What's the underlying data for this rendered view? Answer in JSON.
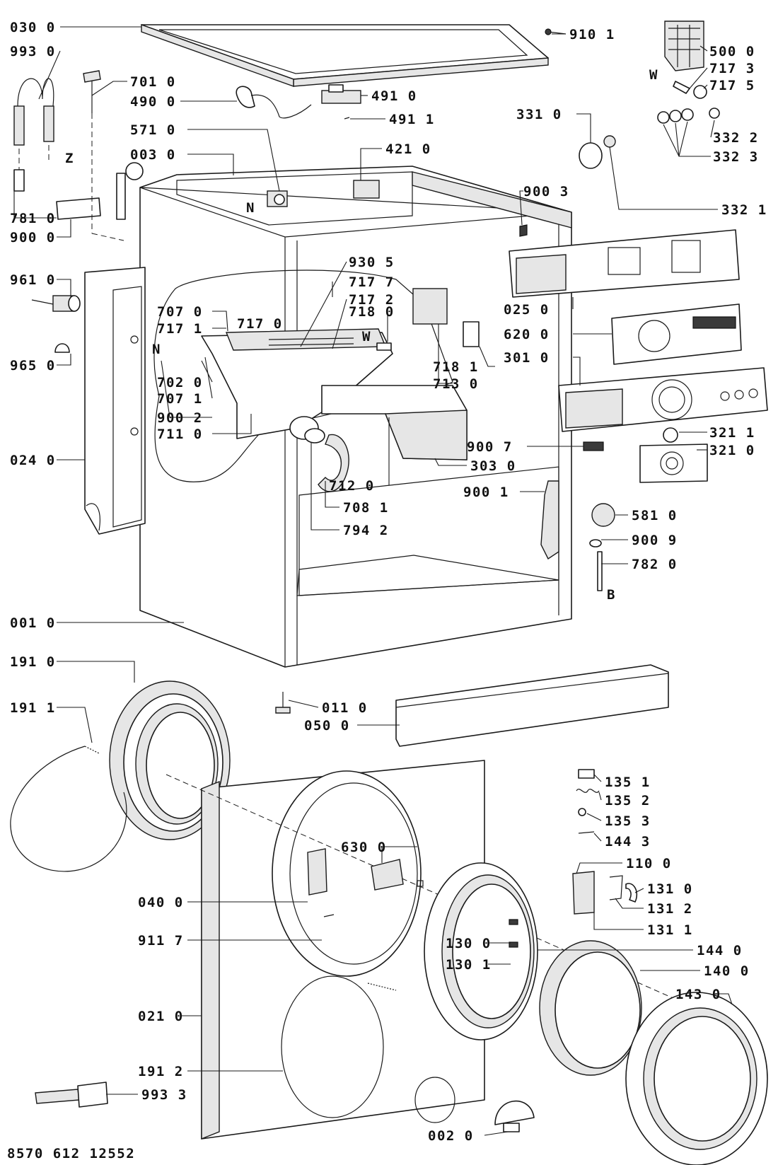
{
  "document": {
    "code": "8570 612 12552"
  },
  "markers": {
    "Z": "Z",
    "N1": "N",
    "N2": "N",
    "W1": "W",
    "W2": "W",
    "B": "B"
  },
  "labels": {
    "p0300": "030 0",
    "p9930": "993 0",
    "p7010": "701 0",
    "p4900": "490 0",
    "p5710": "571 0",
    "p0030": "003 0",
    "p7810": "781 0",
    "p9000": "900 0",
    "p9610": "961 0",
    "p9650": "965 0",
    "p7070": "707 0",
    "p7171": "717 1",
    "p7170": "717 0",
    "p7020": "702 0",
    "p7071": "707 1",
    "p9002": "900 2",
    "p7110": "711 0",
    "p0240": "024 0",
    "p0010": "001 0",
    "p9305": "930 5",
    "p7177": "717 7",
    "p7172": "717 2",
    "p7180": "718 0",
    "p4910": "491 0",
    "p4911": "491 1",
    "p4210": "421 0",
    "p9101": "910 1",
    "p5000": "500 0",
    "p7173": "717 3",
    "p7175": "717 5",
    "p3310": "331 0",
    "p3322": "332 2",
    "p3323": "332 3",
    "p9003": "900 3",
    "p3321": "332 1",
    "p0250": "025 0",
    "p6200": "620 0",
    "p3010": "301 0",
    "p7181": "718 1",
    "p7130": "713 0",
    "p3211": "321 1",
    "p3210": "321 0",
    "p9007": "900 7",
    "p3030": "303 0",
    "p7120": "712 0",
    "p9001": "900 1",
    "p7081": "708 1",
    "p7942": "794 2",
    "p5810": "581 0",
    "p9009": "900 9",
    "p7820": "782 0",
    "p1910": "191 0",
    "p1911": "191 1",
    "p0110": "011 0",
    "p0500": "050 0",
    "p1351": "135 1",
    "p1352": "135 2",
    "p1353": "135 3",
    "p1443": "144 3",
    "p1100": "110 0",
    "p6300": "630 0",
    "p0400": "040 0",
    "p1310": "131 0",
    "p1312": "131 2",
    "p1311": "131 1",
    "p9117": "911 7",
    "p1300": "130 0",
    "p1301": "130 1",
    "p1440": "144 0",
    "p1400": "140 0",
    "p1430": "143 0",
    "p0210": "021 0",
    "p1912": "191 2",
    "p9933": "993 3",
    "p0020": "002 0"
  }
}
